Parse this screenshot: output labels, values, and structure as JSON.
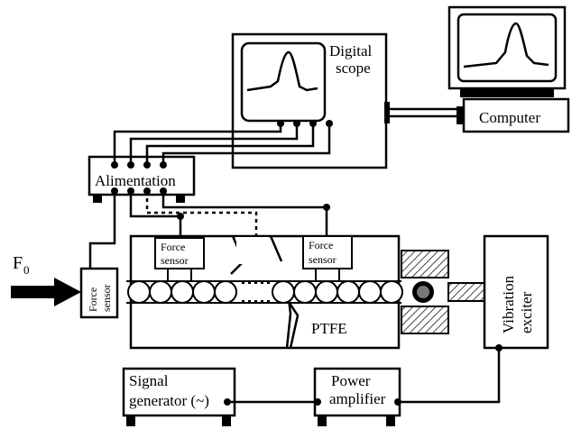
{
  "labels": {
    "scope": [
      "Digital",
      "scope"
    ],
    "computer": "Computer",
    "alimentation": "Alimentation",
    "force_sensor_left": [
      "Force",
      "sensor"
    ],
    "force_sensor_right": [
      "Force",
      "sensor"
    ],
    "force_sensor_end": [
      "Force",
      "sensor"
    ],
    "f0_main": "F",
    "f0_sub": "0",
    "ptfe": "PTFE",
    "vibration_exciter": [
      "Vibration",
      "exciter"
    ],
    "signal_generator": [
      "Signal",
      "generator (~)"
    ],
    "power_amplifier": [
      "Power",
      "amplifier"
    ]
  },
  "colors": {
    "ink": "#000000",
    "paper": "#ffffff"
  }
}
